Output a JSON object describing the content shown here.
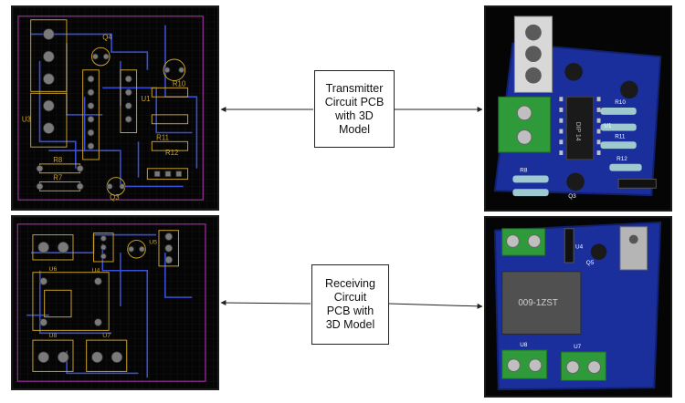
{
  "labels": {
    "transmitter": "Transmitter\nCircuit PCB\nwith 3D\nModel",
    "receiver": "Receiving\nCircuit\nPCB with\n3D Model"
  },
  "tx_pcb": {
    "refs": [
      "Q4",
      "U1",
      "R8",
      "R7",
      "R10",
      "R11",
      "R12",
      "Q3",
      "U3"
    ]
  },
  "rx_pcb": {
    "refs": [
      "U4",
      "U5",
      "U6",
      "U7",
      "U8"
    ]
  },
  "tx_model": {
    "chip_label": "DIP 14",
    "refs": [
      "R8",
      "R10",
      "R11",
      "R12",
      "Q3",
      "U1"
    ]
  },
  "rx_model": {
    "module_text": "009-1ZST",
    "refs": [
      "U8",
      "U7",
      "U4",
      "Q5"
    ]
  },
  "colors": {
    "pcb_background": "#050505",
    "copper_trace": "#3a4fd8",
    "silkscreen": "#c9a227",
    "board_outline": "#a02da0",
    "board_3d": "#1b2f9c",
    "terminal_green": "#2e9a3a"
  }
}
